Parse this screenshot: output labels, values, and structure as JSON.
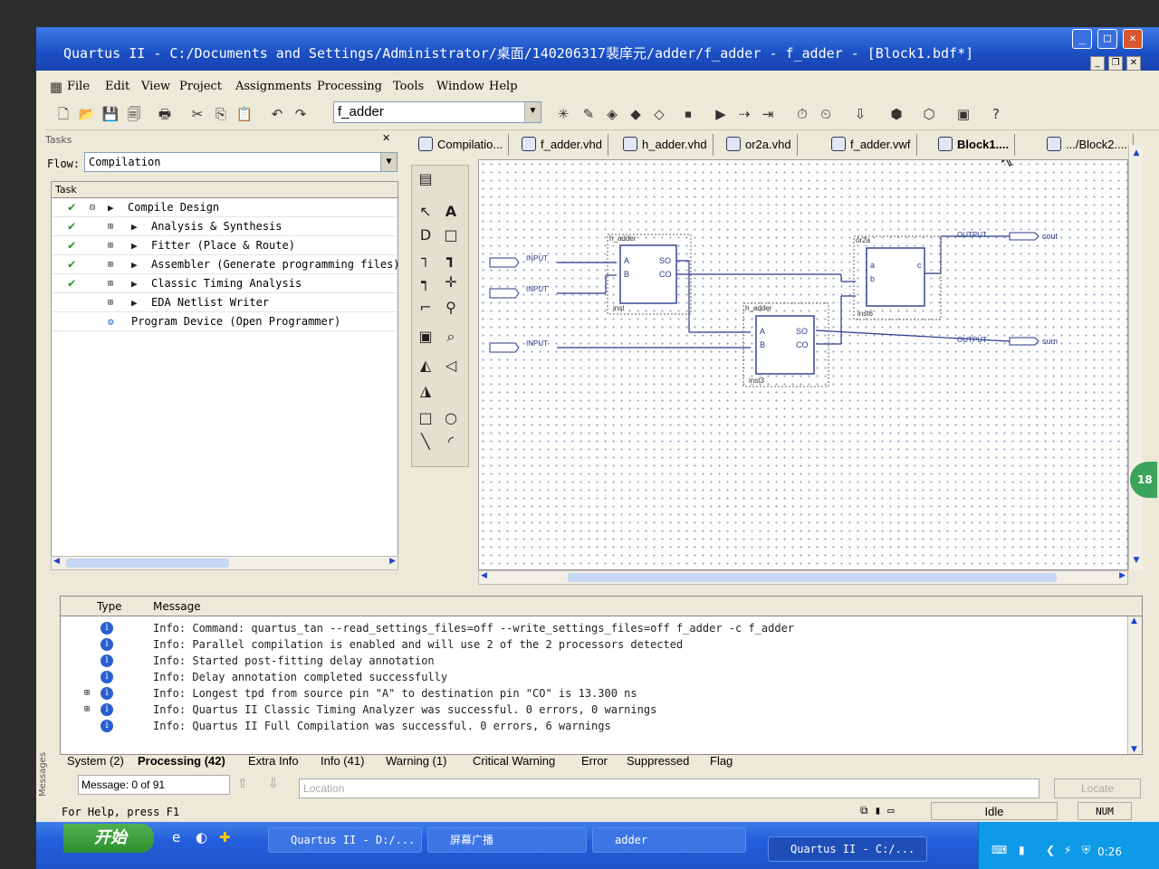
{
  "window": {
    "title": "Quartus II - C:/Documents and Settings/Administrator/桌面/140206317裴庠元/adder/f_adder - f_adder - [Block1.bdf*]"
  },
  "menu": [
    "File",
    "Edit",
    "View",
    "Project",
    "Assignments",
    "Processing",
    "Tools",
    "Window",
    "Help"
  ],
  "toolbar": {
    "entity_combo": "f_adder"
  },
  "tasks": {
    "header": "Tasks",
    "flow_label": "Flow:",
    "flow_value": "Compilation",
    "column": "Task",
    "items": [
      {
        "label": "Compile Design",
        "done": true
      },
      {
        "label": "Analysis & Synthesis",
        "done": true
      },
      {
        "label": "Fitter (Place & Route)",
        "done": true
      },
      {
        "label": "Assembler (Generate programming files)",
        "done": true
      },
      {
        "label": "Classic Timing Analysis",
        "done": true
      },
      {
        "label": "EDA Netlist Writer",
        "done": false
      },
      {
        "label": "Program Device (Open Programmer)",
        "done": false
      }
    ]
  },
  "doc_tabs": [
    "Compilatio...",
    "f_adder.vhd",
    "h_adder.vhd",
    "or2a.vhd",
    "f_adder.vwf",
    "Block1....",
    ".../Block2...."
  ],
  "schematic": {
    "blocks": [
      {
        "type": "h_adder",
        "inst": "inst",
        "pins_in": [
          "A",
          "B"
        ],
        "pins_out": [
          "SO",
          "CO"
        ]
      },
      {
        "type": "h_adder",
        "inst": "inst3",
        "pins_in": [
          "A",
          "B"
        ],
        "pins_out": [
          "SO",
          "CO"
        ]
      },
      {
        "type": "or2a",
        "inst": "inst6",
        "pins_in": [
          "a",
          "b"
        ],
        "pins_out": [
          "c"
        ]
      }
    ],
    "inputs": [
      "INPUT",
      "INPUT",
      "INPUT"
    ],
    "outputs": [
      {
        "kind": "OUTPUT",
        "name": "cout"
      },
      {
        "kind": "OUTPUT",
        "name": "sum"
      }
    ]
  },
  "side_badge": "18",
  "messages": {
    "col_type": "Type",
    "col_message": "Message",
    "rows": [
      {
        "text": "Info: Command: quartus_tan --read_settings_files=off --write_settings_files=off f_adder -c f_adder",
        "expandable": false
      },
      {
        "text": "Info: Parallel compilation is enabled and will use 2 of the 2 processors detected",
        "expandable": false
      },
      {
        "text": "Info: Started post-fitting delay annotation",
        "expandable": false
      },
      {
        "text": "Info: Delay annotation completed successfully",
        "expandable": false
      },
      {
        "text": "Info: Longest tpd from source pin \"A\" to destination pin \"CO\" is 13.300 ns",
        "expandable": true
      },
      {
        "text": "Info: Quartus II Classic Timing Analyzer was successful. 0 errors, 0 warnings",
        "expandable": true
      },
      {
        "text": "Info: Quartus II Full Compilation was successful. 0 errors, 6 warnings",
        "expandable": false
      }
    ],
    "tabs": [
      "System (2)",
      "Processing (42)",
      "Extra Info",
      "Info (41)",
      "Warning (1)",
      "Critical Warning",
      "Error",
      "Suppressed",
      "Flag"
    ],
    "active_tab": 1,
    "count": "Message: 0 of 91",
    "location_placeholder": "Location",
    "locate_button": "Locate",
    "side_label": "Messages"
  },
  "status": {
    "help": "For Help, press F1",
    "state": "Idle",
    "num": "NUM"
  },
  "taskbar": {
    "start": "开始",
    "tasks": [
      "Quartus II - D:/...",
      "屏幕广播",
      "adder",
      "Quartus II - C:/..."
    ],
    "clock": "0:26"
  }
}
